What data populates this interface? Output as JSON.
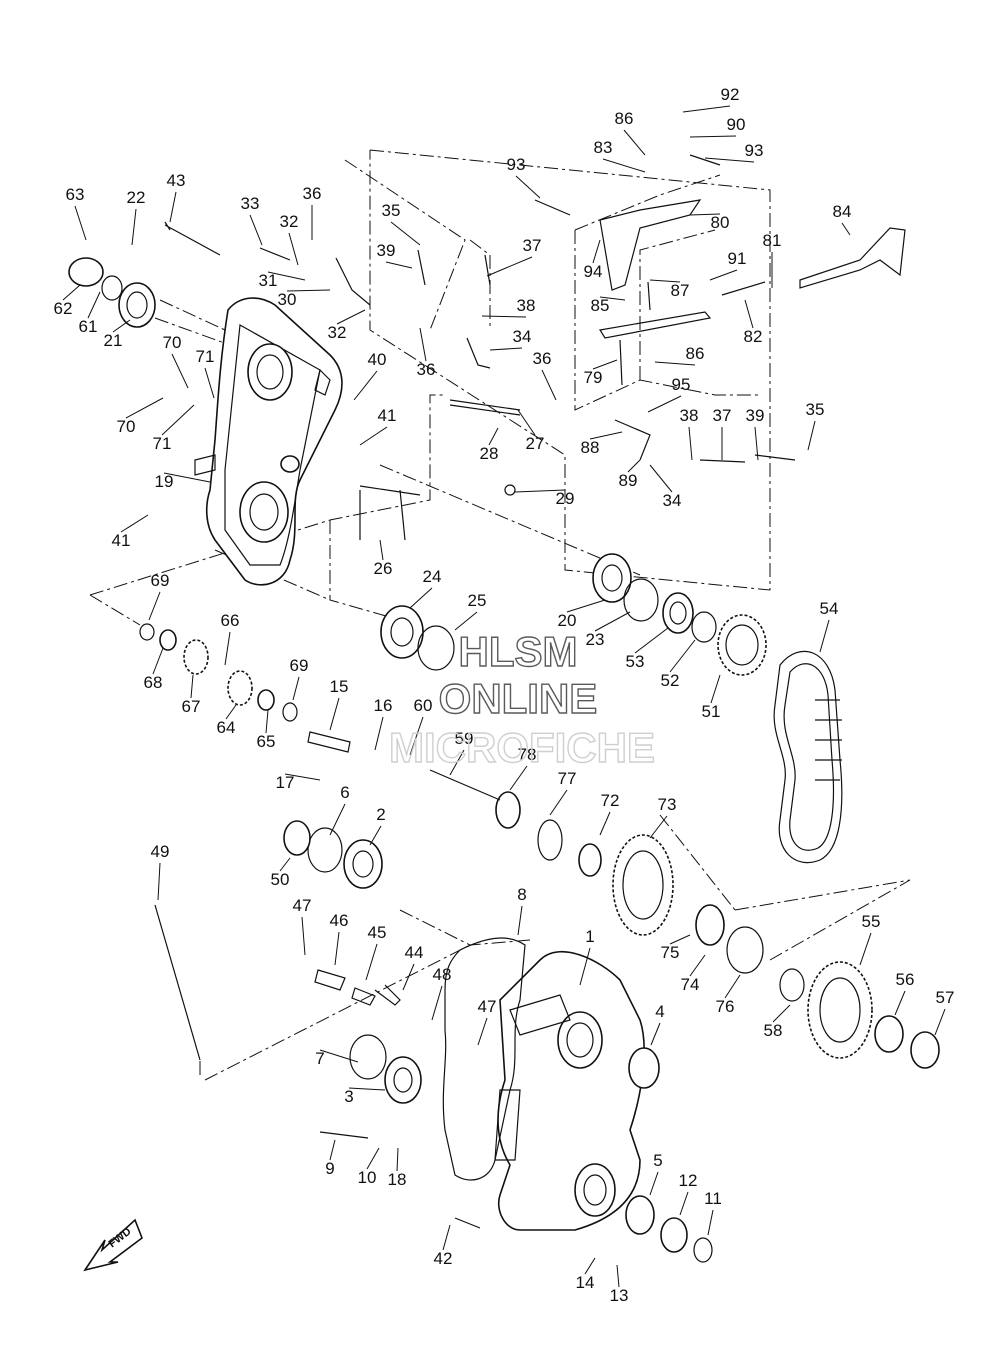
{
  "watermark": {
    "line1": "HLSM",
    "line2": "ONLINE",
    "line3": "MICROFICHE"
  },
  "direction_label": "FWD",
  "callouts": [
    {
      "n": "92"
    },
    {
      "n": "86"
    },
    {
      "n": "90"
    },
    {
      "n": "83"
    },
    {
      "n": "93"
    },
    {
      "n": "93"
    },
    {
      "n": "63"
    },
    {
      "n": "43"
    },
    {
      "n": "22"
    },
    {
      "n": "33"
    },
    {
      "n": "36"
    },
    {
      "n": "32"
    },
    {
      "n": "35"
    },
    {
      "n": "39"
    },
    {
      "n": "37"
    },
    {
      "n": "80"
    },
    {
      "n": "84"
    },
    {
      "n": "94"
    },
    {
      "n": "91"
    },
    {
      "n": "81"
    },
    {
      "n": "62"
    },
    {
      "n": "61"
    },
    {
      "n": "21"
    },
    {
      "n": "31"
    },
    {
      "n": "30"
    },
    {
      "n": "32"
    },
    {
      "n": "38"
    },
    {
      "n": "87"
    },
    {
      "n": "85"
    },
    {
      "n": "82"
    },
    {
      "n": "34"
    },
    {
      "n": "36"
    },
    {
      "n": "86"
    },
    {
      "n": "70"
    },
    {
      "n": "71"
    },
    {
      "n": "40"
    },
    {
      "n": "36"
    },
    {
      "n": "79"
    },
    {
      "n": "95"
    },
    {
      "n": "70"
    },
    {
      "n": "71"
    },
    {
      "n": "41"
    },
    {
      "n": "27"
    },
    {
      "n": "38"
    },
    {
      "n": "37"
    },
    {
      "n": "39"
    },
    {
      "n": "35"
    },
    {
      "n": "88"
    },
    {
      "n": "28"
    },
    {
      "n": "89"
    },
    {
      "n": "19"
    },
    {
      "n": "29"
    },
    {
      "n": "34"
    },
    {
      "n": "41"
    },
    {
      "n": "26"
    },
    {
      "n": "69"
    },
    {
      "n": "24"
    },
    {
      "n": "25"
    },
    {
      "n": "20"
    },
    {
      "n": "23"
    },
    {
      "n": "54"
    },
    {
      "n": "66"
    },
    {
      "n": "68"
    },
    {
      "n": "69"
    },
    {
      "n": "53"
    },
    {
      "n": "52"
    },
    {
      "n": "67"
    },
    {
      "n": "15"
    },
    {
      "n": "16"
    },
    {
      "n": "60"
    },
    {
      "n": "51"
    },
    {
      "n": "64"
    },
    {
      "n": "65"
    },
    {
      "n": "59"
    },
    {
      "n": "78"
    },
    {
      "n": "17"
    },
    {
      "n": "6"
    },
    {
      "n": "77"
    },
    {
      "n": "2"
    },
    {
      "n": "72"
    },
    {
      "n": "73"
    },
    {
      "n": "49"
    },
    {
      "n": "50"
    },
    {
      "n": "8"
    },
    {
      "n": "47"
    },
    {
      "n": "46"
    },
    {
      "n": "45"
    },
    {
      "n": "1"
    },
    {
      "n": "55"
    },
    {
      "n": "75"
    },
    {
      "n": "44"
    },
    {
      "n": "48"
    },
    {
      "n": "74"
    },
    {
      "n": "76"
    },
    {
      "n": "47"
    },
    {
      "n": "4"
    },
    {
      "n": "56"
    },
    {
      "n": "57"
    },
    {
      "n": "58"
    },
    {
      "n": "7"
    },
    {
      "n": "3"
    },
    {
      "n": "9"
    },
    {
      "n": "10"
    },
    {
      "n": "18"
    },
    {
      "n": "5"
    },
    {
      "n": "12"
    },
    {
      "n": "11"
    },
    {
      "n": "42"
    },
    {
      "n": "14"
    },
    {
      "n": "13"
    }
  ]
}
